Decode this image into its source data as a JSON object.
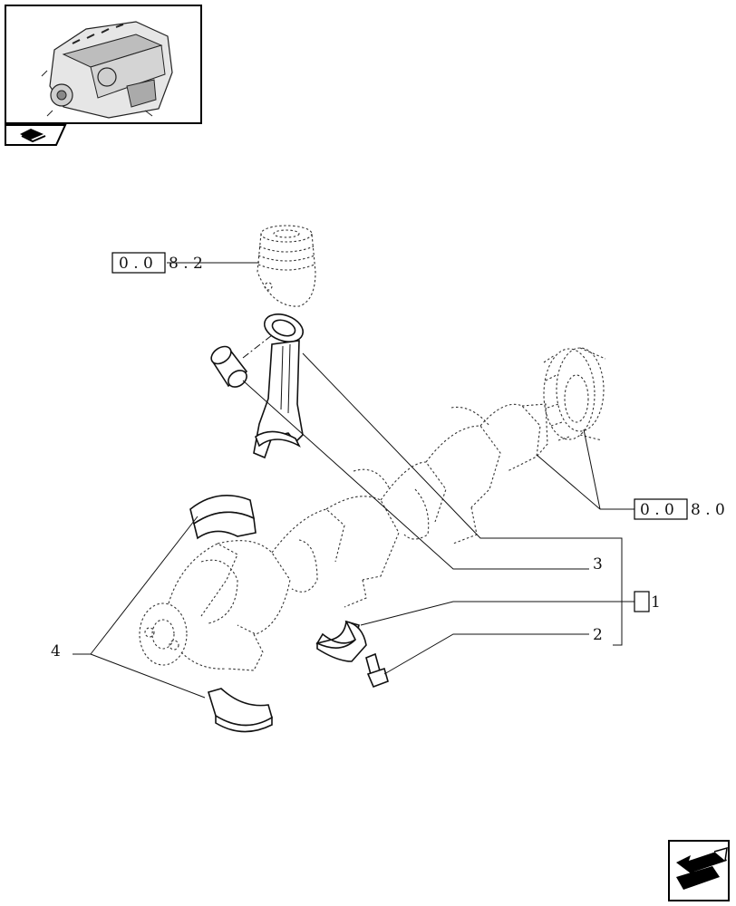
{
  "references": {
    "piston": {
      "boxed": "0 . 0",
      "tail": "8 . 2"
    },
    "gear": {
      "boxed": "0 . 0",
      "tail": "8 . 0"
    }
  },
  "callouts": {
    "item_1": "1",
    "item_2": "2",
    "item_3": "3",
    "item_4": "4"
  }
}
